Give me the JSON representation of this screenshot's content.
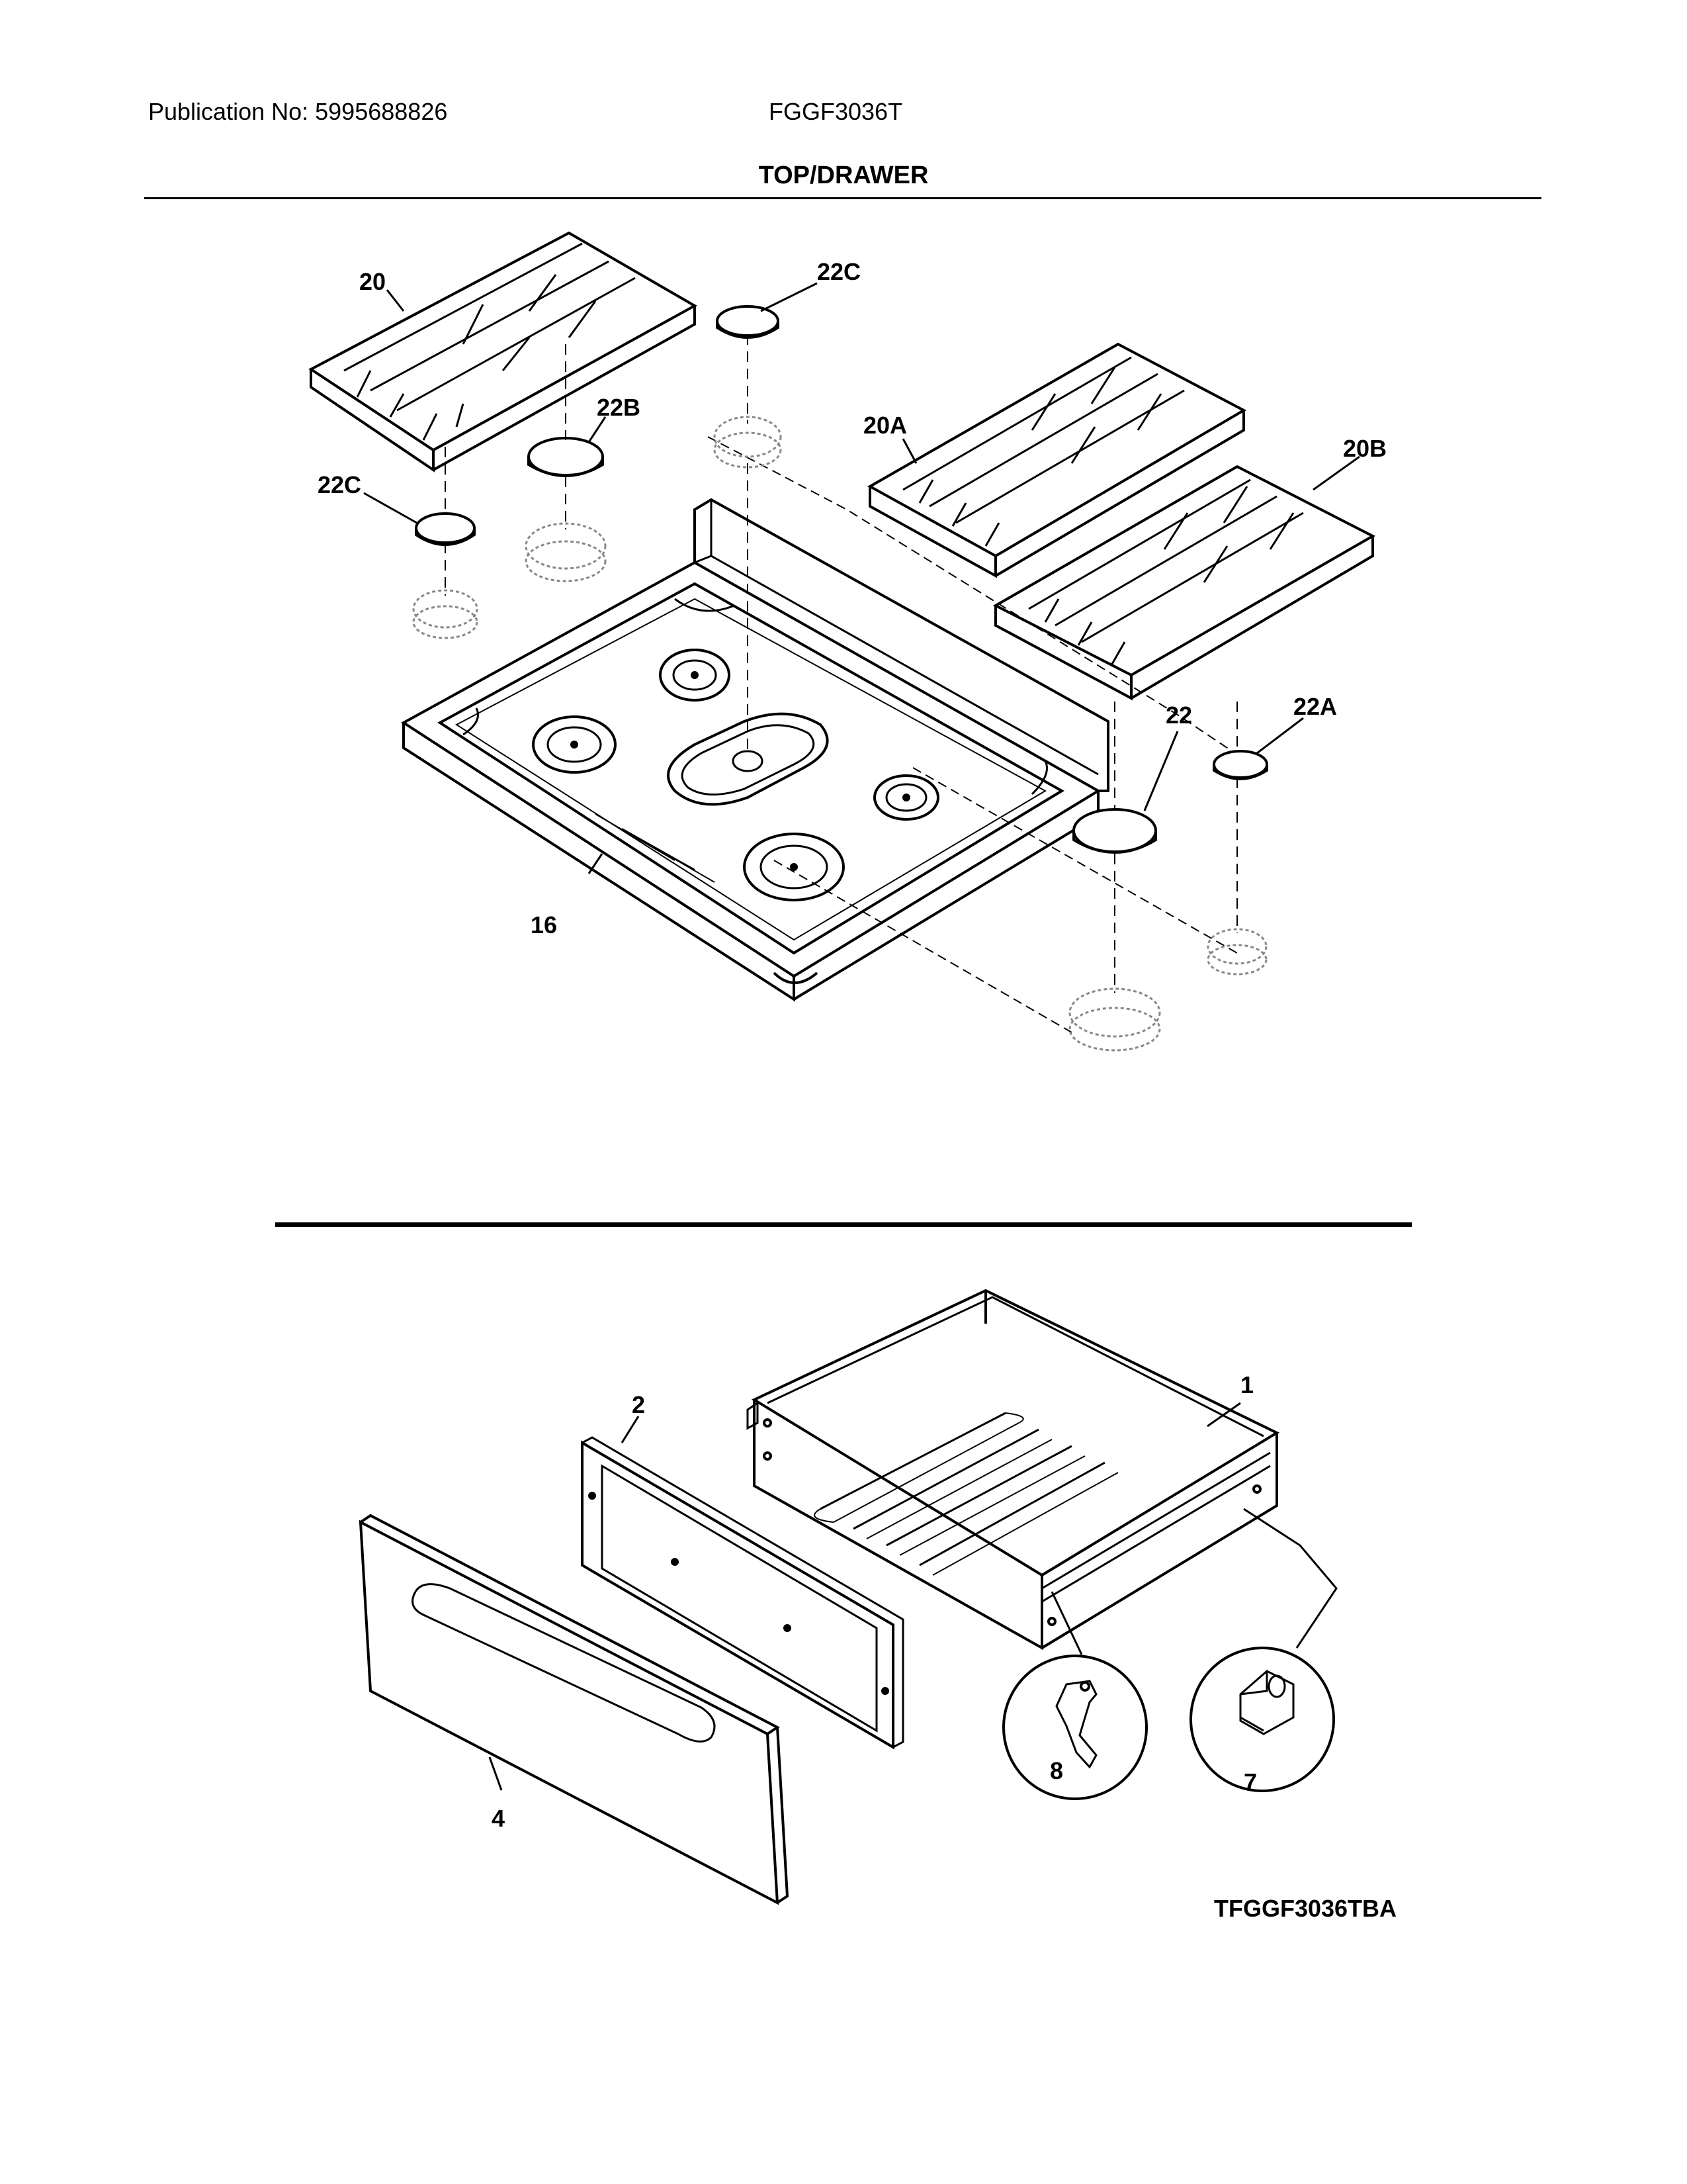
{
  "header": {
    "publication": "Publication No: 5995688826",
    "model": "FGGF3036T",
    "section_title": "TOP/DRAWER"
  },
  "diagram_code": "TFGGF3036TBA",
  "callouts": {
    "c20": "20",
    "c22c_a": "22C",
    "c22b": "22B",
    "c22c_b": "22C",
    "c20a": "20A",
    "c20b": "20B",
    "c22": "22",
    "c22a": "22A",
    "c16": "16",
    "c1": "1",
    "c2": "2",
    "c4": "4",
    "c8": "8",
    "c7": "7"
  }
}
